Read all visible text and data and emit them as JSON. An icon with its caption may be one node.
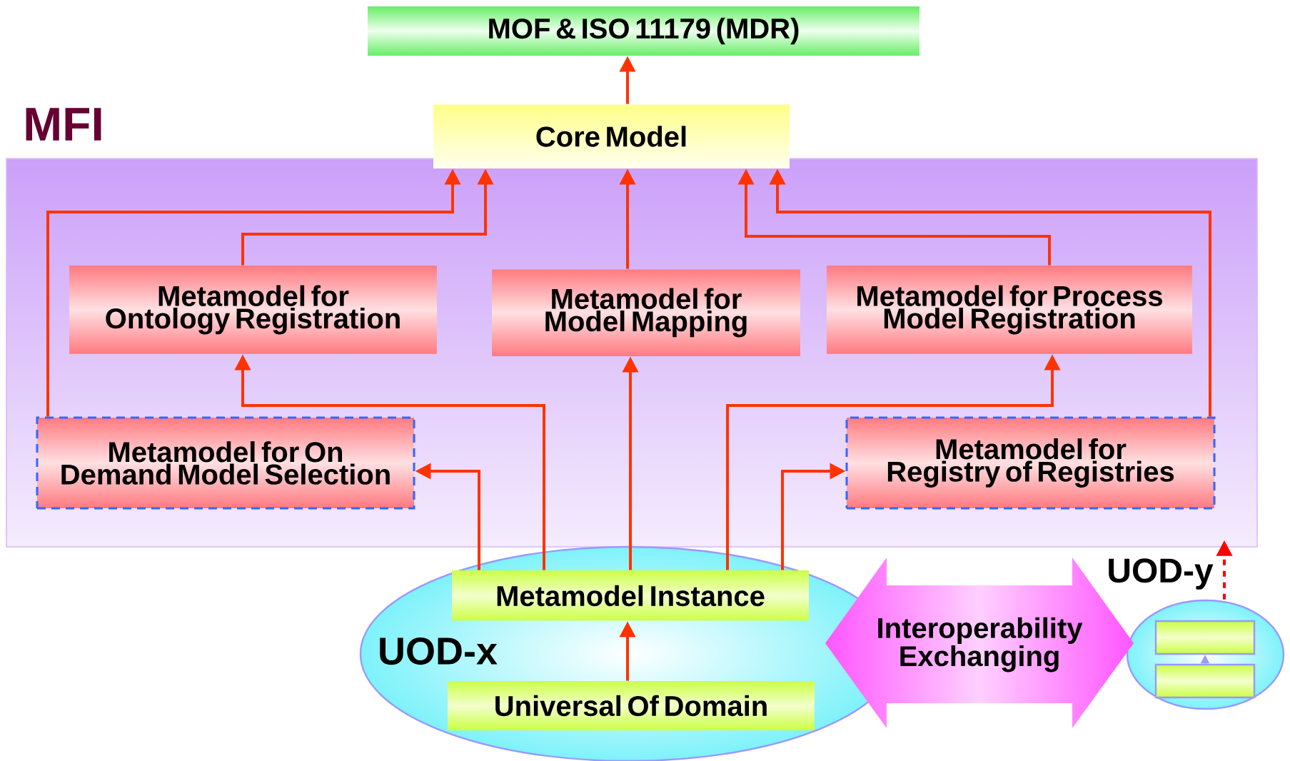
{
  "diagram": {
    "nodes": [
      {
        "text": [
          "MOF & ISO 11179 (MDR)"
        ]
      },
      {
        "text": [
          "Core Model"
        ]
      },
      {
        "text": [],
        "shape": "box"
      },
      {
        "text": [
          "Metamodel for Ontology Registration"
        ],
        "in": 2
      },
      {
        "text": [
          "Metamodel for Model Mapping"
        ],
        "in": 2
      },
      {
        "text": [
          "Metamodel for Process Model Registration"
        ],
        "in": 2
      },
      {
        "text": [
          "Metamodel for On Demand Model Selection"
        ],
        "in": 2
      },
      {
        "text": [
          "Metamodel for Registry of Registries"
        ],
        "in": 2
      },
      {
        "text": [
          "UOD-x"
        ]
      },
      {
        "text": [
          "Metamodel Instance"
        ],
        "in": 8
      },
      {
        "text": [
          "Universal Of Domain"
        ],
        "in": 8
      },
      {
        "text": [
          "Interoperability Exchanging"
        ]
      },
      {
        "text": [
          "UOD-y"
        ]
      },
      {
        "text": [],
        "shape": "box",
        "in": 12
      },
      {
        "text": [],
        "shape": "box",
        "in": 12
      }
    ],
    "edges": [
      {
        "from": 1,
        "to": 0,
        "arrow": "to"
      },
      {
        "from": 4,
        "to": 1,
        "arrow": "to"
      },
      {
        "from": 3,
        "to": 1,
        "arrow": "to"
      },
      {
        "from": 6,
        "to": 1,
        "arrow": "to"
      },
      {
        "from": 5,
        "to": 1,
        "arrow": "to"
      },
      {
        "from": 7,
        "to": 1,
        "arrow": "to"
      },
      {
        "from": 9,
        "to": 4,
        "arrow": "to"
      },
      {
        "from": 9,
        "to": 3,
        "arrow": "to"
      },
      {
        "from": 9,
        "to": 6,
        "arrow": "to"
      },
      {
        "from": 9,
        "to": 5,
        "arrow": "to"
      },
      {
        "from": 9,
        "to": 7,
        "arrow": "to"
      },
      {
        "from": 10,
        "to": 9,
        "arrow": "to"
      },
      {
        "from": 14,
        "to": 13,
        "arrow": "to",
        "color": "#9999ff"
      },
      {
        "from": 12,
        "to": 2,
        "arrow": "to",
        "style": "dashed",
        "color": "#ff0000"
      }
    ],
    "labels": [
      "MFI"
    ]
  }
}
